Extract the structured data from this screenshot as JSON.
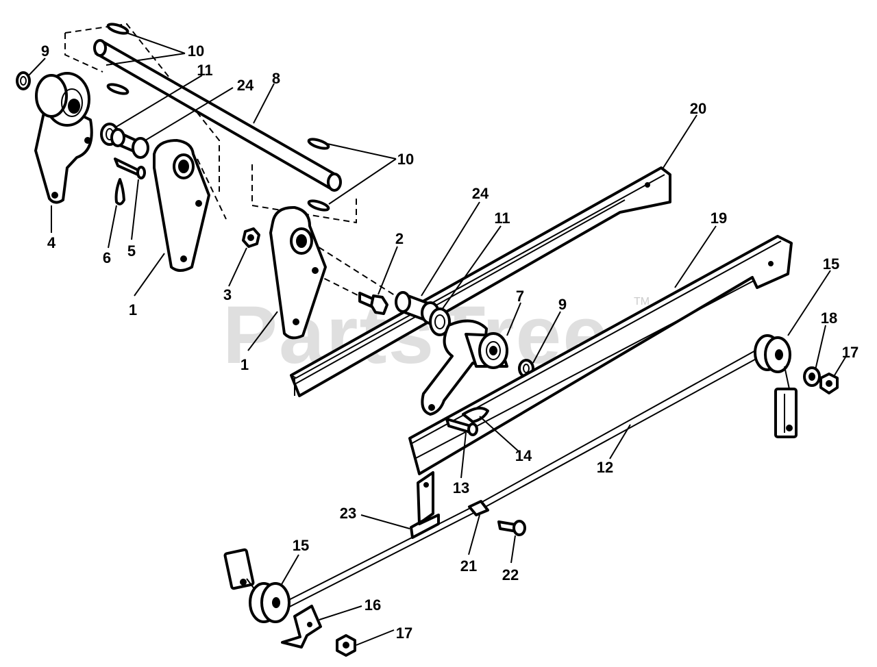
{
  "watermark": {
    "text": "PartsTree",
    "trademark": "TM"
  },
  "callouts": {
    "c1a": "1",
    "c1b": "1",
    "c2": "2",
    "c3": "3",
    "c4": "4",
    "c5": "5",
    "c6": "6",
    "c7": "7",
    "c8": "8",
    "c9a": "9",
    "c9b": "9",
    "c10a": "10",
    "c10b": "10",
    "c11a": "11",
    "c11b": "11",
    "c12": "12",
    "c13": "13",
    "c14": "14",
    "c15a": "15",
    "c15b": "15",
    "c16": "16",
    "c17a": "17",
    "c17b": "17",
    "c18": "18",
    "c19": "19",
    "c20": "20",
    "c21": "21",
    "c22": "22",
    "c23": "23",
    "c24a": "24",
    "c24b": "24"
  },
  "colors": {
    "ink": "#000000",
    "paper": "#ffffff"
  }
}
